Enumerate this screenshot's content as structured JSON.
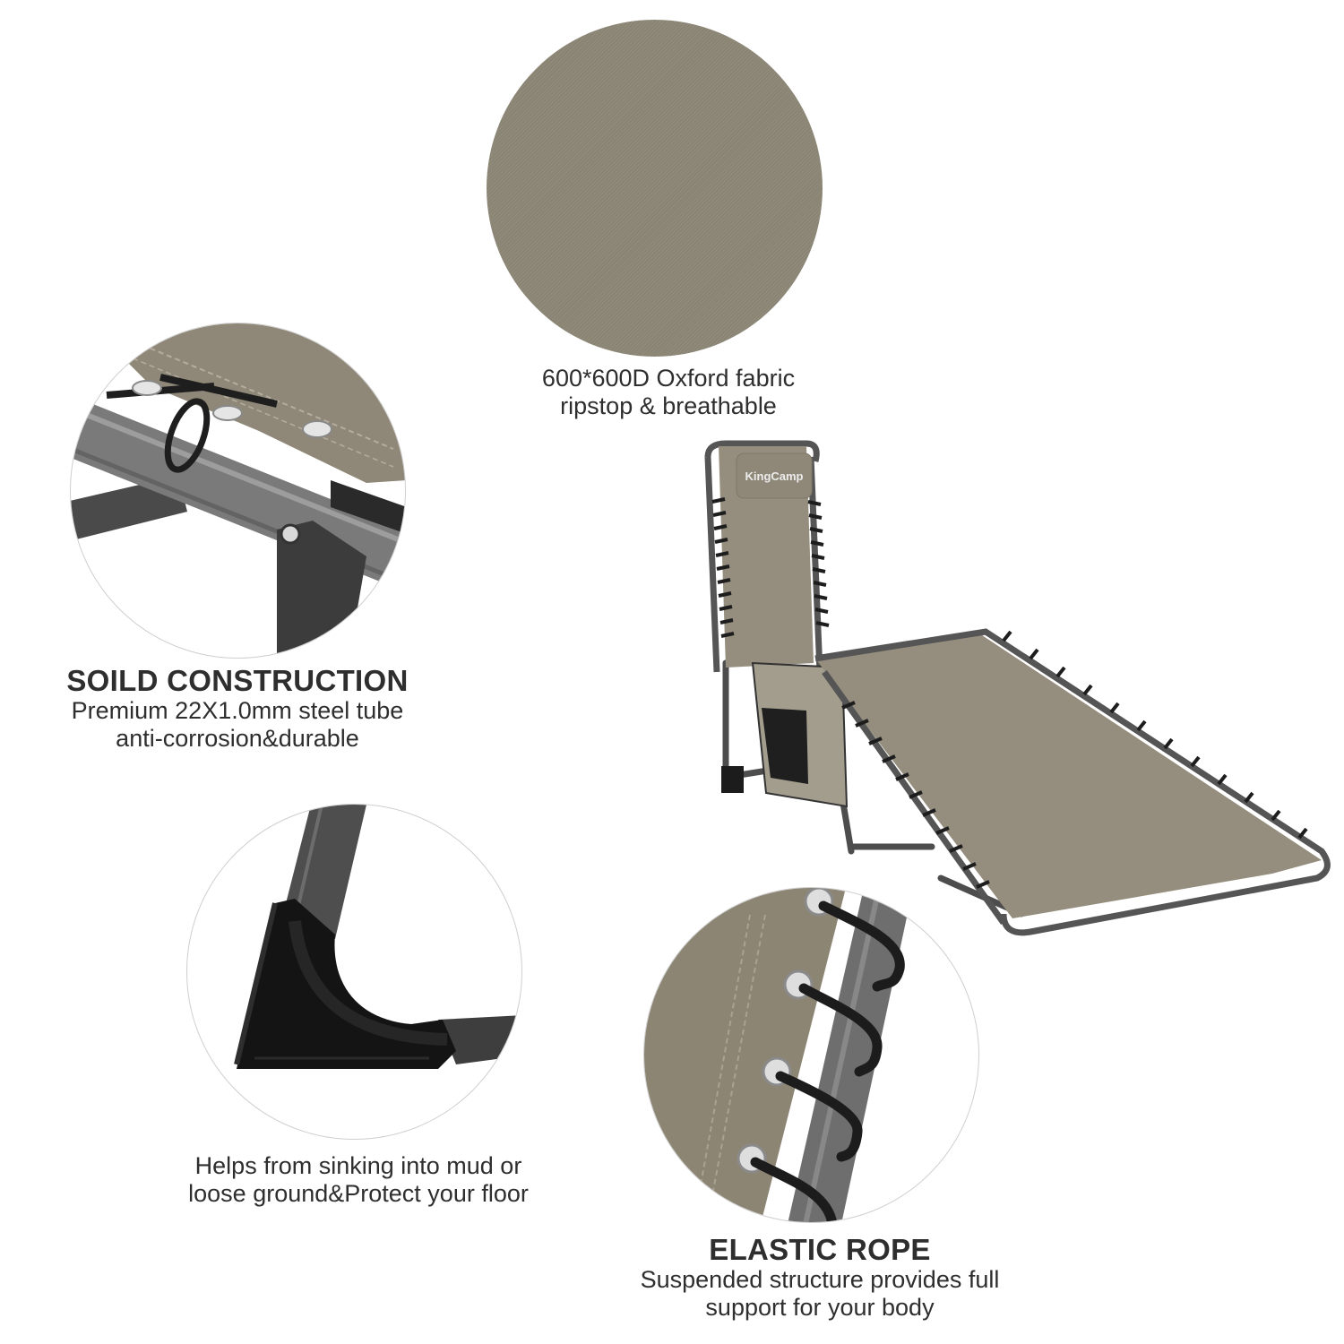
{
  "brand": {
    "logo_text": "KingCamp"
  },
  "colors": {
    "fabric_khaki": "#8e8878",
    "seat_fabric": "#958e7e",
    "frame_steel": "#5a5a5a",
    "rope_black": "#1e1e1e",
    "text": "#2e2e2e",
    "circle_outline": "#cfcfcf"
  },
  "features": [
    {
      "id": "fabric",
      "title": "",
      "lines": [
        "600*600D Oxford fabric",
        "ripstop & breathable"
      ],
      "image": "fabric-swatch"
    },
    {
      "id": "construction",
      "title": "SOILD CONSTRUCTION",
      "lines": [
        "Premium 22X1.0mm steel tube",
        "anti-corrosion&durable"
      ],
      "image": "steel-tube-joint-closeup"
    },
    {
      "id": "foot",
      "title": "",
      "lines": [
        "Helps from sinking into mud or",
        "loose ground&Protect your floor"
      ],
      "image": "foot-cap-closeup"
    },
    {
      "id": "rope",
      "title": "ELASTIC ROPE",
      "lines": [
        "Suspended structure provides full",
        "support for your body"
      ],
      "image": "elastic-rope-closeup"
    }
  ],
  "product": {
    "name": "folding-lounge-chair",
    "image": "chaise-lounge-with-pillow-and-side-pocket"
  }
}
